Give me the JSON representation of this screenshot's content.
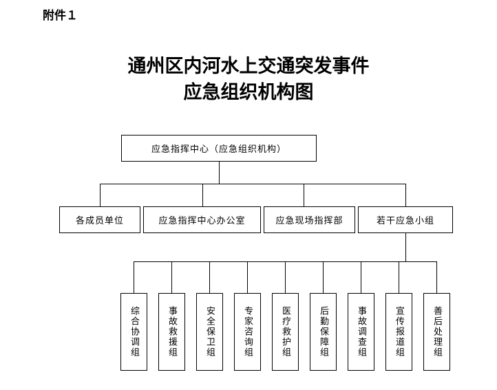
{
  "annex_label": "附件１",
  "title": {
    "line1": "通州区内河水上交通突发事件",
    "line2": "应急组织机构图"
  },
  "diagram": {
    "root": "应急指挥中心（应急组织机构）",
    "level2": [
      "各成员单位",
      "应急指挥中心办公室",
      "应急现场指挥部",
      "若干应急小组"
    ],
    "groups": [
      "综合协调组",
      "事故救援组",
      "安全保卫组",
      "专家咨询组",
      "医疗救护组",
      "后勤保障组",
      "事故调查组",
      "宣传报道组",
      "善后处理组"
    ]
  }
}
